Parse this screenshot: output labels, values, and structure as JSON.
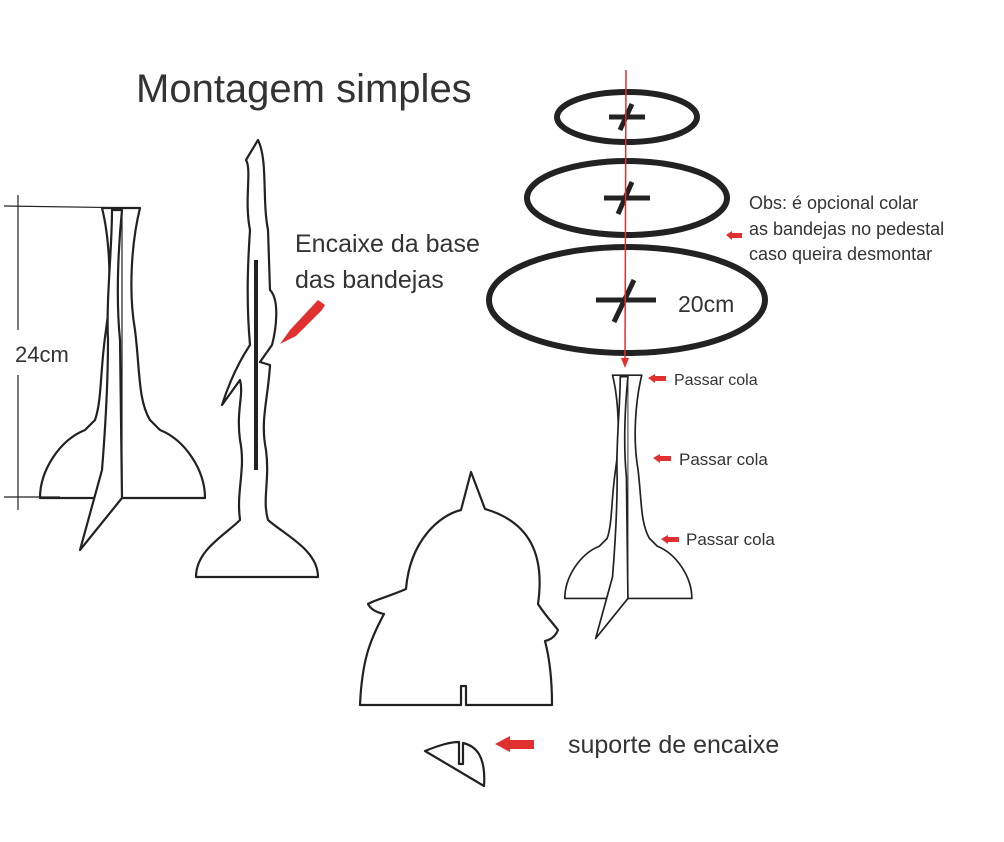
{
  "title": "Montagem simples",
  "labels": {
    "height": "24cm",
    "tray_base_fit_line1": "Encaixe da base",
    "tray_base_fit_line2": "das bandejas",
    "diameter": "20cm",
    "obs_line1": "Obs: é opcional colar",
    "obs_line2": "as bandejas no pedestal",
    "obs_line3": "caso queira desmontar",
    "glue_top": "Passar cola",
    "glue_middle": "Passar cola",
    "glue_bottom": "Passar cola",
    "support": "suporte de encaixe"
  },
  "colors": {
    "accent": "#e03030",
    "line": "#222222",
    "text": "#333333"
  }
}
